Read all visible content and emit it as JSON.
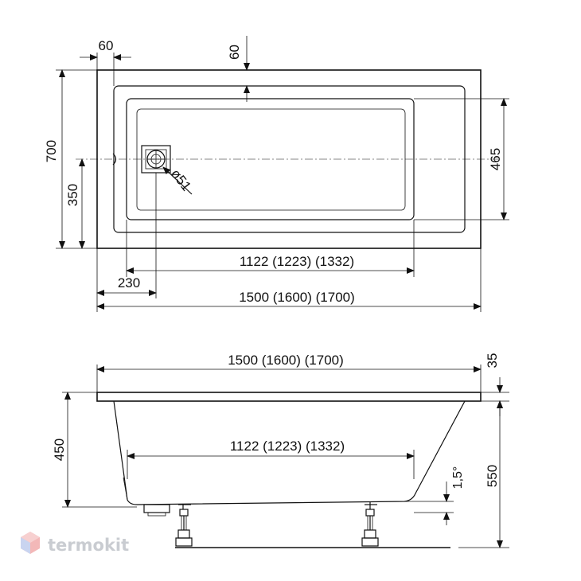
{
  "top_view": {
    "rim_width_left": "60",
    "rim_width_top": "60",
    "width_total": "700",
    "width_half": "350",
    "inner_width": "465",
    "drain_diameter": "ø51",
    "drain_offset": "230",
    "inner_length": "1122 (1223) (1332)",
    "total_length": "1500 (1600) (1700)"
  },
  "side_view": {
    "total_length": "1500 (1600) (1700)",
    "rim_thickness": "35",
    "depth": "450",
    "inner_length": "1122 (1223) (1332)",
    "slope": "1,5°",
    "total_height": "550"
  },
  "watermark": {
    "brand": "termokit",
    "logo_color": "#f3b8b8",
    "text_color": "#c9ccd1"
  }
}
